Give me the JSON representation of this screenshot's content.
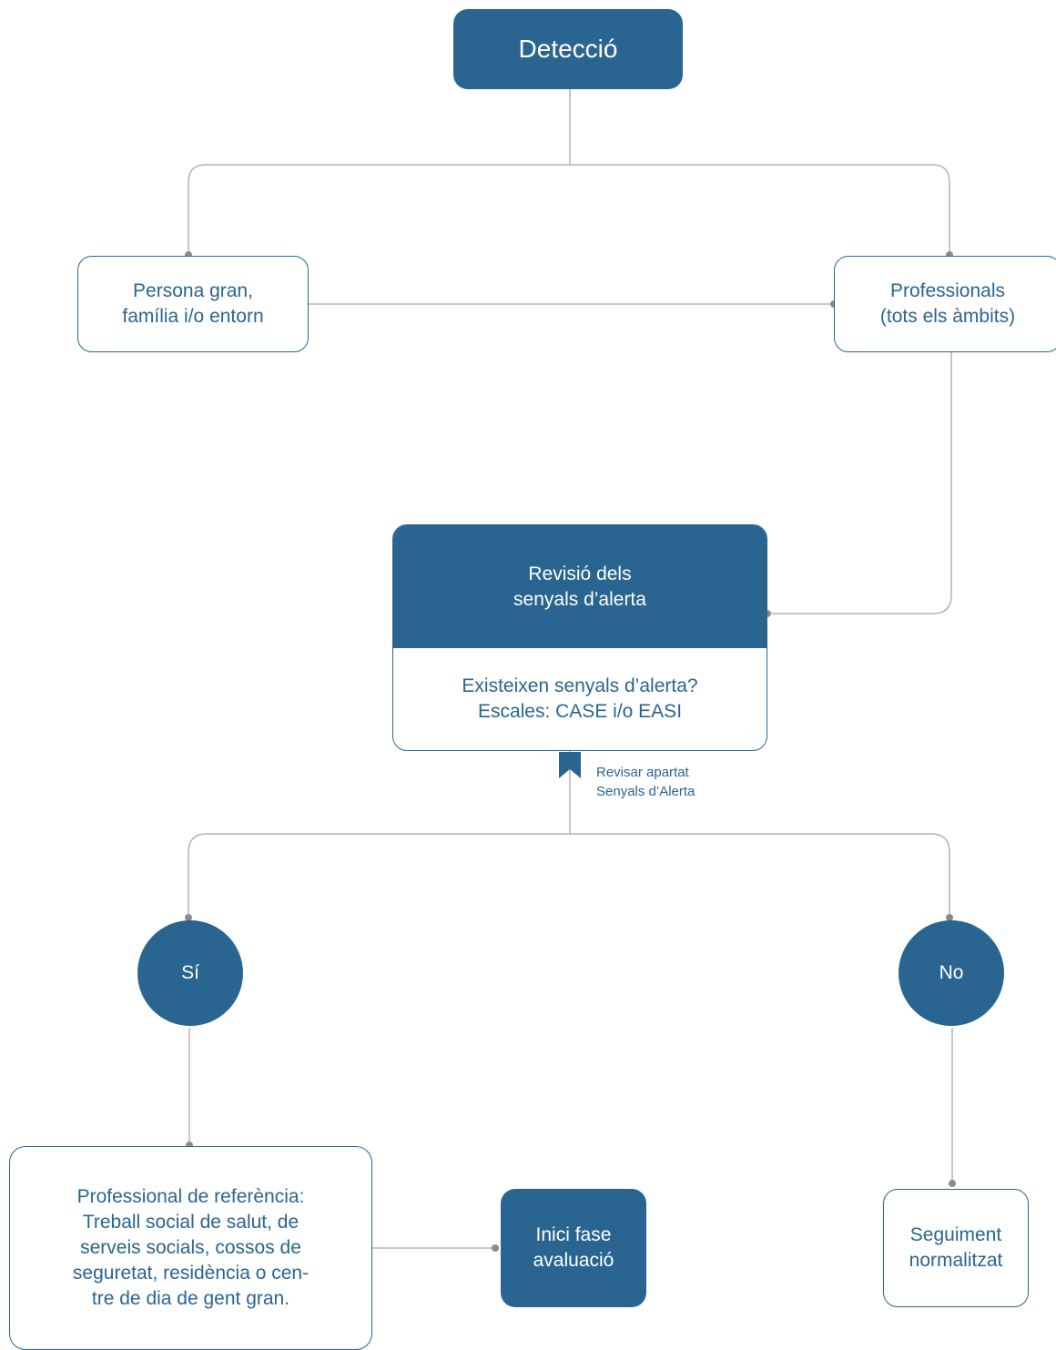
{
  "colors": {
    "primary": "#2a6591",
    "connector": "#b3b3b3",
    "dot": "#8c8c8c"
  },
  "nodes": {
    "deteccio": "Detecció",
    "persona_gran": "Persona gran,\nfamília i/o entorn",
    "professionals": "Professionals\n(tots els àmbits)",
    "revisio_header": "Revisió dels\nsenyals d’alerta",
    "revisio_body": "Existeixen senyals d’alerta?\n Escales: CASE i/o EASI",
    "si": "Sí",
    "no": "No",
    "professional_referencia": "Professional de referència:\nTreball social de salut, de\nserveis socials, cossos de\nseguretat, residència o cen-\ntre de dia de gent gran.",
    "inici_fase": "Inici fase\navaluació",
    "seguiment": "Seguiment\nnormalitzat"
  },
  "annotation": {
    "icon": "bookmark-icon",
    "text": "Revisar apartat\nSenyals d’Alerta"
  }
}
